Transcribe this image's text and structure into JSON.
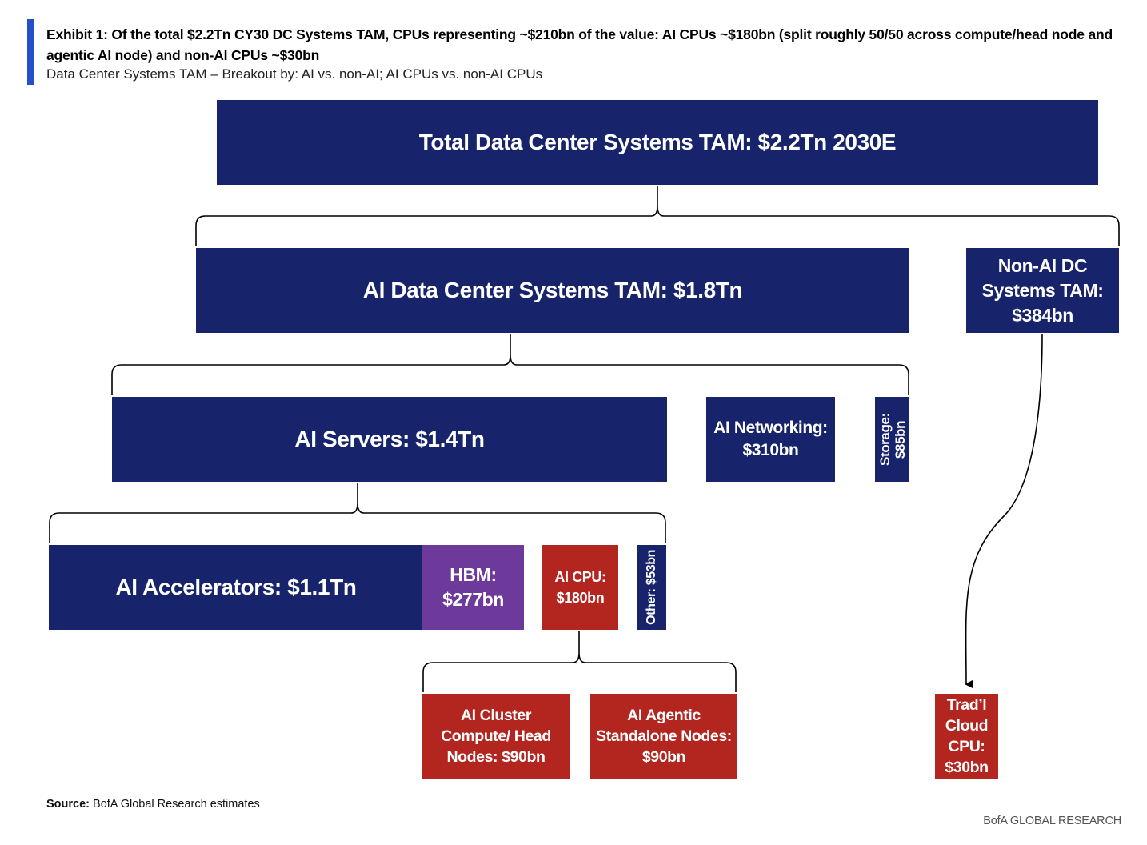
{
  "header": {
    "title": "Exhibit 1: Of the total $2.2Tn CY30 DC Systems TAM, CPUs representing ~$210bn of the value: AI CPUs ~$180bn (split roughly 50/50 across compute/head node and agentic AI node) and non-AI CPUs ~$30bn",
    "subtitle": "Data Center Systems TAM – Breakout by: AI vs. non-AI; AI CPUs vs. non-AI CPUs"
  },
  "diagram": {
    "total": "Total Data Center Systems TAM: $2.2Tn 2030E",
    "ai_dc": "AI Data Center Systems TAM: $1.8Tn",
    "non_ai_dc": "Non-AI DC Systems TAM: $384bn",
    "ai_servers": "AI Servers: $1.4Tn",
    "ai_networking": "AI Networking: $310bn",
    "storage": "Storage: $85bn",
    "ai_accelerators": "AI Accelerators: $1.1Tn",
    "hbm": "HBM: $277bn",
    "ai_cpu": "AI CPU: $180bn",
    "other": "Other: $53bn",
    "cluster_nodes": "AI Cluster Compute/ Head Nodes: $90bn",
    "agentic_nodes": "AI Agentic Standalone Nodes: $90bn",
    "trad_cloud_cpu": "Trad’l Cloud CPU: $30bn"
  },
  "colors": {
    "navy": "#17236b",
    "purple": "#6d3a9c",
    "red": "#b3261f",
    "accent": "#2450c8"
  },
  "footer": {
    "source_label": "Source:",
    "source_text": "BofA Global Research estimates",
    "brand": "BofA GLOBAL RESEARCH"
  }
}
